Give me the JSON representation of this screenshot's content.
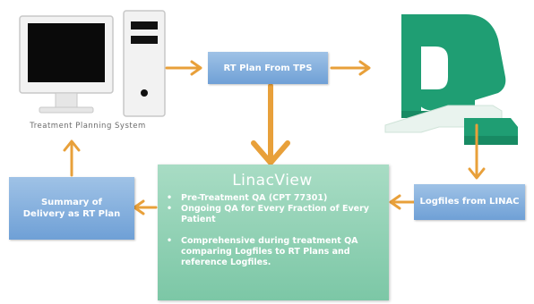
{
  "labels": {
    "tps": "Treatment Planning System",
    "rt_plan": "RT Plan From TPS",
    "logfiles": "Logfiles from LINAC",
    "summary": "Summary of Delivery as RT Plan"
  },
  "linacview": {
    "title": "LinacView",
    "bullets": [
      "Pre-Treatment QA (CPT 77301)",
      "Ongoing QA for Every Fraction of Every Patient",
      "Comprehensive during treatment QA comparing Logfiles to RT Plans and reference Logfiles."
    ]
  },
  "colors": {
    "arrow": "#e8a03a",
    "blue_box": "#7eaadc",
    "green_box": "#8fd1b4",
    "linac_machine": "#1e9e72"
  },
  "icons": [
    "computer-monitor-icon",
    "tower-case-icon",
    "linac-machine-icon"
  ]
}
